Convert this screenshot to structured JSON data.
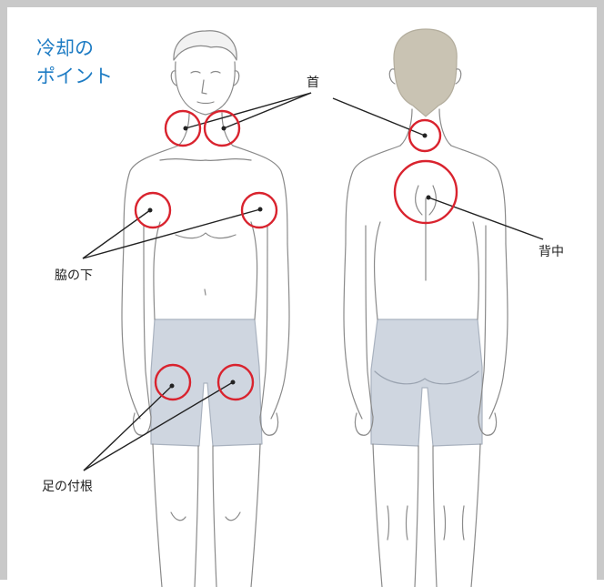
{
  "title": {
    "line1": "冷却の",
    "line2": "ポイント"
  },
  "labels": {
    "neck": "首",
    "back": "背中",
    "armpit": "脇の下",
    "groin": "足の付根"
  },
  "colors": {
    "title": "#1e7cc4",
    "marker": "#d9232e",
    "shorts": "#cfd6e0",
    "hair": "#c9c3b3",
    "outline": "#8a8a8a",
    "frame": "#c9c9c9"
  }
}
